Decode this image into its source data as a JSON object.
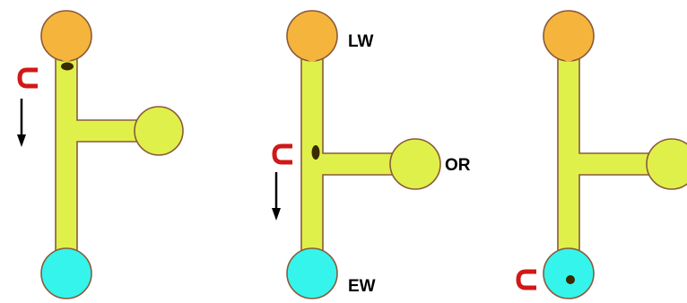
{
  "colors": {
    "channel_fill": "#e0f04a",
    "outline": "#8a5a3a",
    "top_well": "#f5b43c",
    "bottom_well": "#35f4ec",
    "particle": "#3a2a00",
    "magnet": "#d01818",
    "arrow": "#000000"
  },
  "labels": {
    "load_well": "LW",
    "output_reservoir": "OR",
    "exit_well": "EW"
  },
  "panels": [
    {
      "name": "panel-1",
      "particle_location": "top-well-neck",
      "magnet_location": "upper-left",
      "arrow": "down"
    },
    {
      "name": "panel-2",
      "particle_location": "channel-junction",
      "magnet_location": "middle-left",
      "arrow": "down"
    },
    {
      "name": "panel-3",
      "particle_location": "bottom-well",
      "magnet_location": "lower-left",
      "arrow": "none"
    }
  ]
}
